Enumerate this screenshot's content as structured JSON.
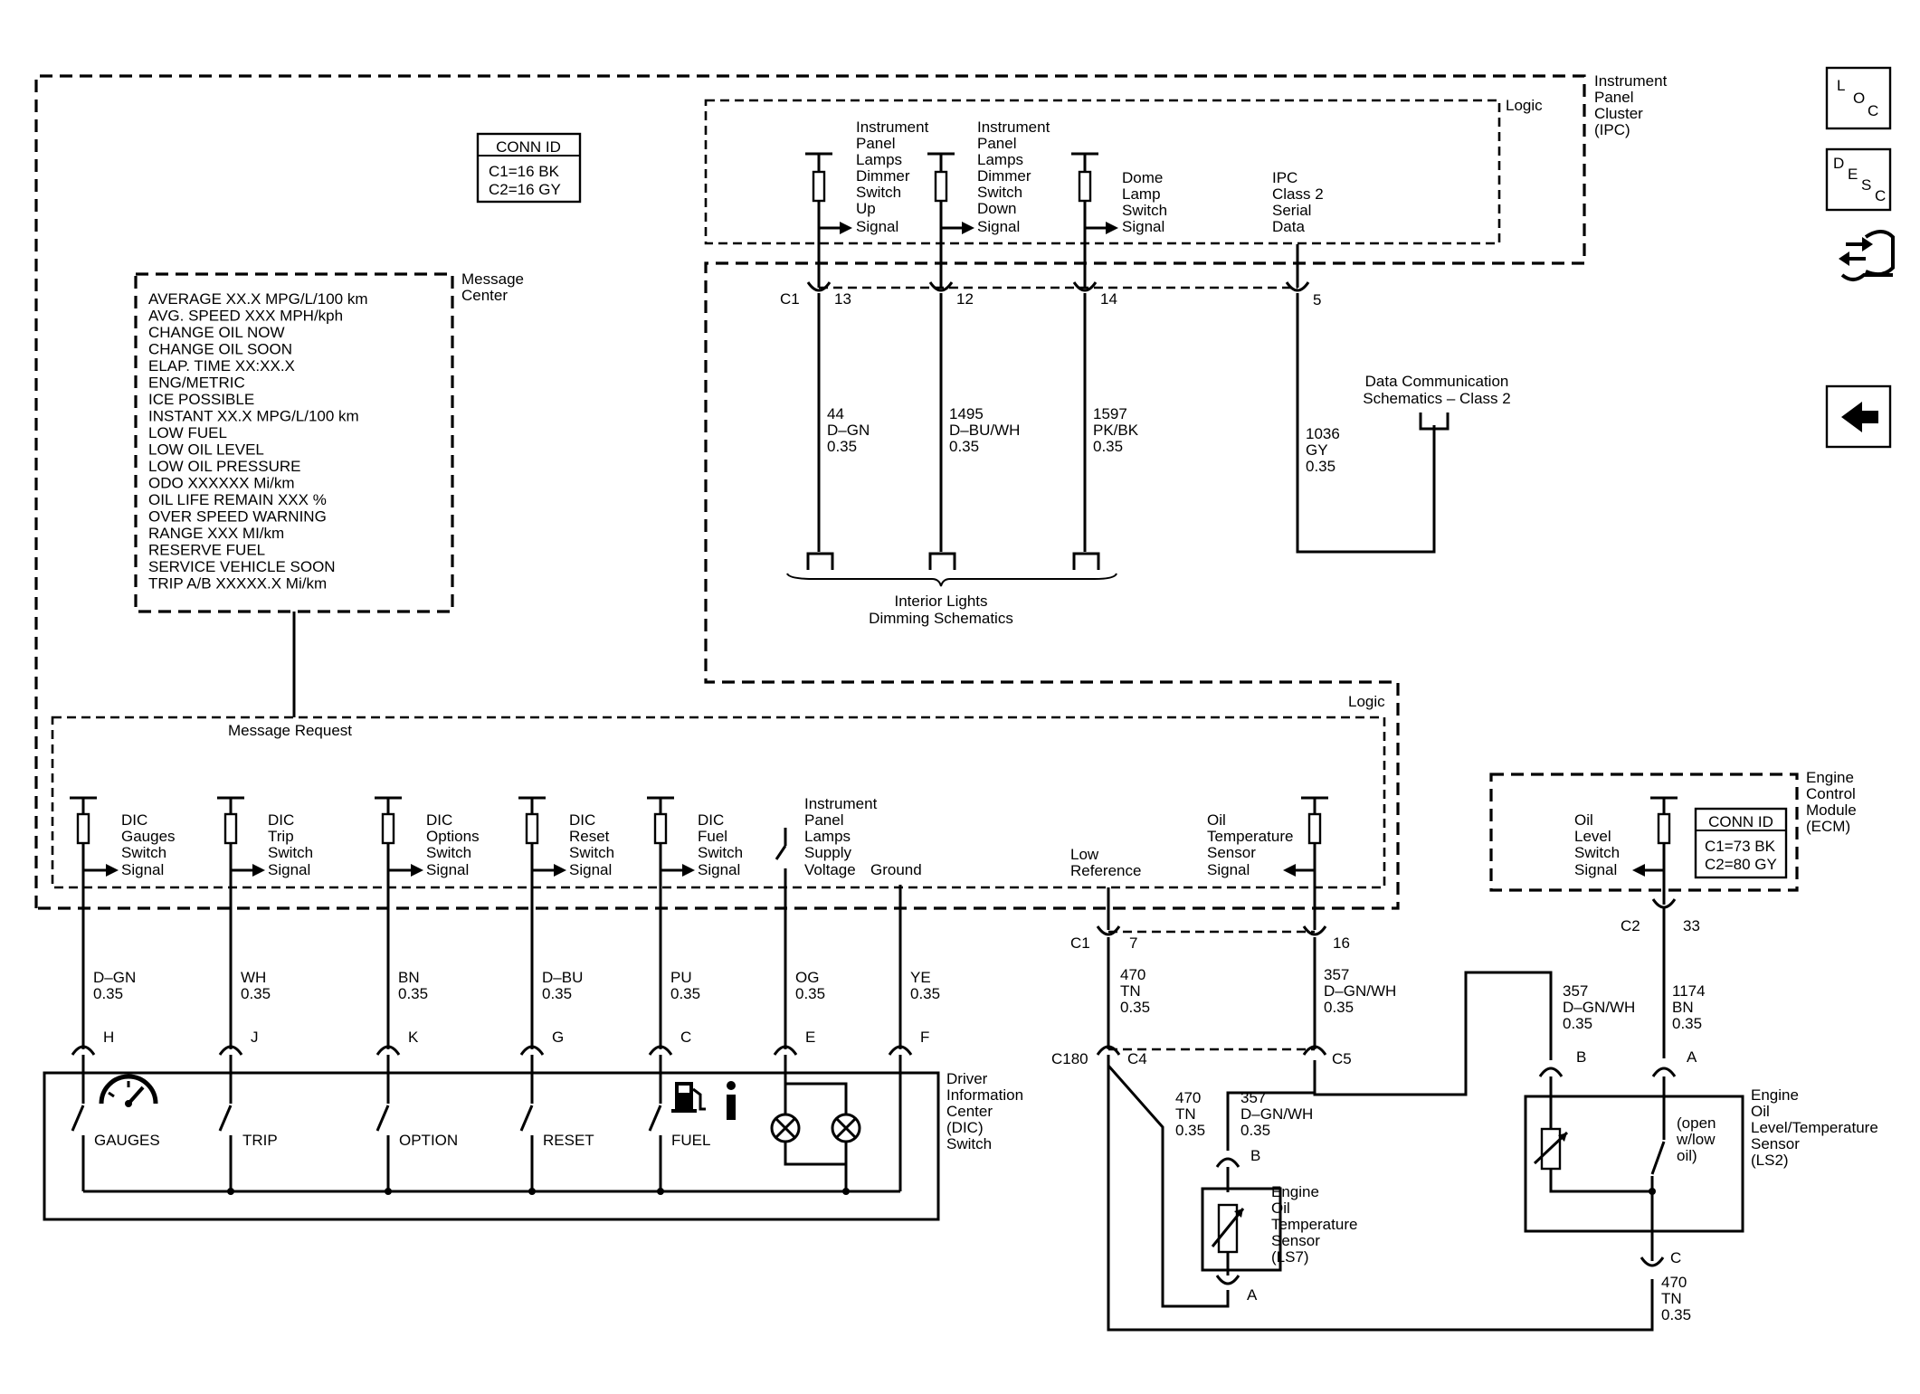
{
  "modules": {
    "ipc": [
      "Instrument",
      "Panel",
      "Cluster",
      "(IPC)"
    ],
    "logic_top": "Logic",
    "logic_bottom": "Logic",
    "conn_id_ipc": {
      "title": "CONN ID",
      "lines": [
        "C1=16 BK",
        "C2=16 GY"
      ]
    },
    "message_center": [
      "Message",
      "Center"
    ],
    "ecm": [
      "Engine",
      "Control",
      "Module",
      "(ECM)"
    ],
    "conn_id_ecm": {
      "title": "CONN ID",
      "lines": [
        "C1=73 BK",
        "C2=80 GY"
      ]
    },
    "dic": [
      "Driver",
      "Information",
      "Center",
      "(DIC)",
      "Switch"
    ],
    "ls7": [
      "Engine",
      "Oil",
      "Temperature",
      "Sensor",
      "(LS7)"
    ],
    "ls2": [
      "Engine",
      "Oil",
      "Level/Temperature",
      "Sensor",
      "(LS2)"
    ]
  },
  "messages": [
    "AVERAGE XX.X MPG/L/100 km",
    "AVG. SPEED XXX MPH/kph",
    "CHANGE OIL NOW",
    "CHANGE OIL SOON",
    "ELAP. TIME XX:XX.X",
    "ENG/METRIC",
    "ICE POSSIBLE",
    "INSTANT XX.X MPG/L/100 km",
    "LOW FUEL",
    "LOW OIL LEVEL",
    "LOW OIL PRESSURE",
    "ODO XXXXXX Mi/km",
    "OIL LIFE REMAIN XXX %",
    "OVER SPEED WARNING",
    "RANGE XXX MI/km",
    "RESERVE FUEL",
    "SERVICE VEHICLE SOON",
    "TRIP A/B XXXXX.X Mi/km"
  ],
  "message_request": "Message Request",
  "ipc_signals": [
    {
      "label": [
        "Instrument",
        "Panel",
        "Lamps",
        "Dimmer",
        "Switch",
        "Up",
        "Signal"
      ],
      "pin": "13",
      "wire": [
        "44",
        "D–GN",
        "0.35"
      ]
    },
    {
      "label": [
        "Instrument",
        "Panel",
        "Lamps",
        "Dimmer",
        "Switch",
        "Down",
        "Signal"
      ],
      "pin": "12",
      "wire": [
        "1495",
        "D–BU/WH",
        "0.35"
      ]
    },
    {
      "label": [
        "Dome",
        "Lamp",
        "Switch",
        "Signal"
      ],
      "pin": "14",
      "wire": [
        "1597",
        "PK/BK",
        "0.35"
      ]
    },
    {
      "label": [
        "IPC",
        "Class 2",
        "Serial",
        "Data"
      ],
      "pin": "5",
      "wire": [
        "1036",
        "GY",
        "0.35"
      ]
    }
  ],
  "c1_top": "C1",
  "interior_lights": [
    "Interior Lights",
    "Dimming Schematics"
  ],
  "data_comm": [
    "Data Communication",
    "Schematics – Class 2"
  ],
  "dic_signals": [
    {
      "label": [
        "DIC",
        "Gauges",
        "Switch",
        "Signal"
      ],
      "wire": [
        "D–GN",
        "0.35"
      ],
      "pin": "H",
      "switch": "GAUGES"
    },
    {
      "label": [
        "DIC",
        "Trip",
        "Switch",
        "Signal"
      ],
      "wire": [
        "WH",
        "0.35"
      ],
      "pin": "J",
      "switch": "TRIP"
    },
    {
      "label": [
        "DIC",
        "Options",
        "Switch",
        "Signal"
      ],
      "wire": [
        "BN",
        "0.35"
      ],
      "pin": "K",
      "switch": "OPTION"
    },
    {
      "label": [
        "DIC",
        "Reset",
        "Switch",
        "Signal"
      ],
      "wire": [
        "D–BU",
        "0.35"
      ],
      "pin": "G",
      "switch": "RESET"
    },
    {
      "label": [
        "DIC",
        "Fuel",
        "Switch",
        "Signal"
      ],
      "wire": [
        "PU",
        "0.35"
      ],
      "pin": "C",
      "switch": "FUEL"
    }
  ],
  "lamp_supply": {
    "label": [
      "Instrument",
      "Panel",
      "Lamps",
      "Supply",
      "Voltage"
    ],
    "wire": [
      "OG",
      "0.35"
    ],
    "pin": "E"
  },
  "ground": {
    "label": "Ground",
    "wire": [
      "YE",
      "0.35"
    ],
    "pin": "F"
  },
  "low_reference": [
    "Low",
    "Reference"
  ],
  "oil_temp_signal": [
    "Oil",
    "Temperature",
    "Sensor",
    "Signal"
  ],
  "c1_bottom": {
    "name": "C1",
    "pin_a": "7",
    "pin_b": "16"
  },
  "wire_470a": [
    "470",
    "TN",
    "0.35"
  ],
  "wire_357a": [
    "357",
    "D–GN/WH",
    "0.35"
  ],
  "c180": {
    "name": "C180",
    "c4": "C4",
    "c5": "C5"
  },
  "wire_470b": [
    "470",
    "TN",
    "0.35"
  ],
  "wire_357b": [
    "357",
    "D–GN/WH",
    "0.35"
  ],
  "ls7_pins": {
    "b": "B",
    "a": "A"
  },
  "ecm_signal": [
    "Oil",
    "Level",
    "Switch",
    "Signal"
  ],
  "c2_ecm": {
    "name": "C2",
    "pin": "33"
  },
  "wire_357c": [
    "357",
    "D–GN/WH",
    "0.35"
  ],
  "wire_1174": [
    "1174",
    "BN",
    "0.35"
  ],
  "ls2_pins": {
    "b": "B",
    "a": "A",
    "c": "C"
  },
  "ls2_switch_note": [
    "(open",
    "w/low",
    "oil)"
  ],
  "wire_470c": [
    "470",
    "TN",
    "0.35"
  ],
  "nav": {
    "loc": [
      "L",
      "O",
      "C"
    ],
    "desc": [
      "D",
      "E",
      "S",
      "C"
    ],
    "back_arrow": "←"
  }
}
